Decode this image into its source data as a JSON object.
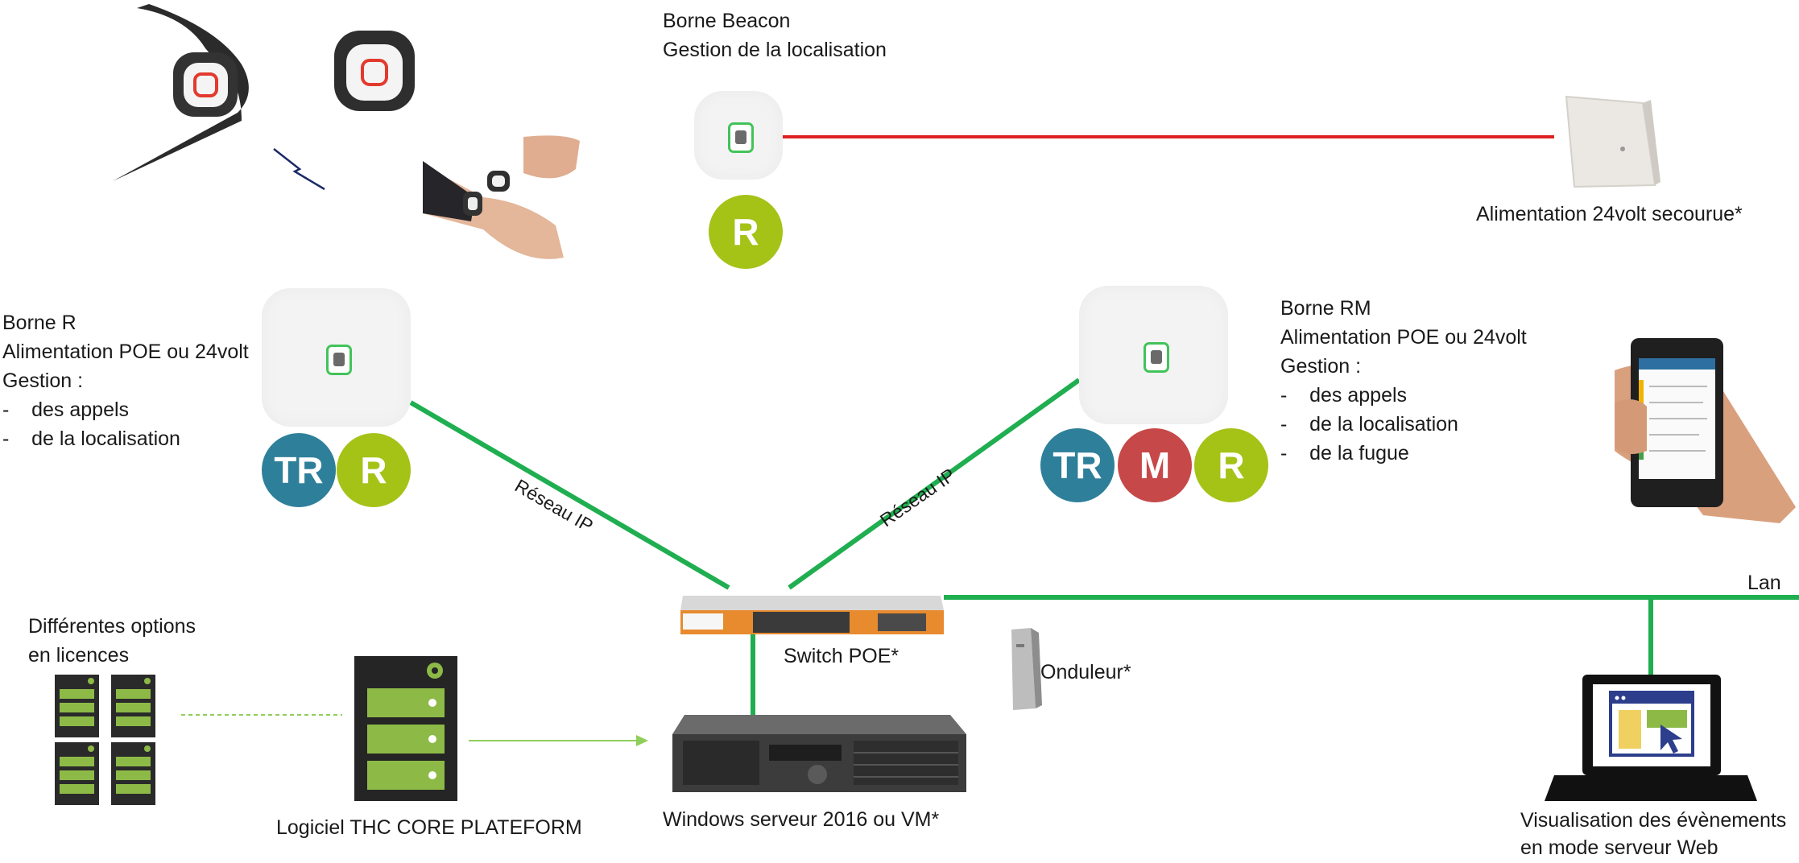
{
  "colors": {
    "network_line": "#1fae50",
    "red_link": "#e02020",
    "badge_tr": "#2e7f9a",
    "badge_m": "#c64848",
    "badge_r": "#a5c217",
    "license_green": "#8dba47",
    "arrow_green": "#8fce5a"
  },
  "beacon_top": {
    "title": "Borne Beacon",
    "subtitle": "Gestion de la localisation",
    "badge": "R"
  },
  "power_supply": {
    "label": "Alimentation 24volt secourue*"
  },
  "borne_r": {
    "lines": [
      "Borne R",
      "Alimentation POE ou 24volt",
      "Gestion :",
      "-    des appels",
      "-    de la localisation"
    ],
    "badges": [
      "TR",
      "R"
    ]
  },
  "borne_rm": {
    "lines": [
      "Borne RM",
      "Alimentation POE ou 24volt",
      "Gestion :",
      "-    des appels",
      "-    de la localisation",
      "-    de la fugue"
    ],
    "badges": [
      "TR",
      "M",
      "R"
    ]
  },
  "links": {
    "left_label": "Réseau IP",
    "right_label": "Réseau IP",
    "lan_label": "Lan"
  },
  "switch": {
    "label": "Switch POE*"
  },
  "ups": {
    "label": "Onduleur*"
  },
  "licenses": {
    "lines": [
      "Différentes options",
      "en licences"
    ]
  },
  "software": {
    "label": "Logiciel THC CORE PLATEFORM"
  },
  "server": {
    "label": "Windows serveur 2016 ou VM*"
  },
  "web_view": {
    "lines": [
      "Visualisation des évènements",
      "en mode serveur Web"
    ]
  },
  "icons": [
    "pendant-bracelet-icon",
    "pendant-button-icon",
    "wireless-signal-icon",
    "hand-wrist-icon",
    "beacon-device-icon",
    "power-box-icon",
    "smartphone-hand-icon",
    "network-switch-icon",
    "ups-icon",
    "license-server-icon",
    "rack-server-icon",
    "laptop-web-icon"
  ]
}
